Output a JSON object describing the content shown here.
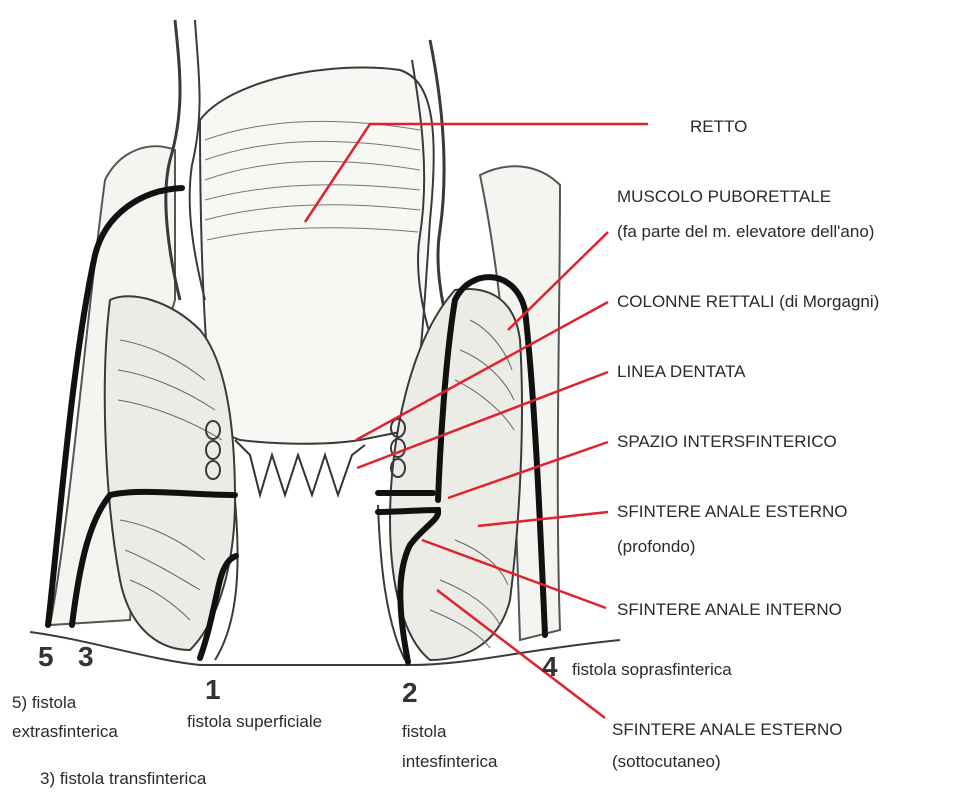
{
  "labels": {
    "retto": "RETTO",
    "puborettale_1": "MUSCOLO PUBORETTALE",
    "puborettale_2": "(fa parte del m. elevatore dell'ano)",
    "colonne": "COLONNE RETTALI (di Morgagni)",
    "linea": "LINEA DENTATA",
    "spazio": "SPAZIO INTERSFINTERICO",
    "esterno_prof_1": "SFINTERE ANALE ESTERNO",
    "esterno_prof_2": "(profondo)",
    "interno": "SFINTERE ANALE INTERNO",
    "esterno_sott_1": "SFINTERE ANALE ESTERNO",
    "esterno_sott_2": "(sottocutaneo)"
  },
  "fistulas": {
    "n5": "5",
    "n3": "3",
    "n1": "1",
    "n2": "2",
    "n4": "4",
    "f5_line1": "5) fistola",
    "f5_line2": "extrasfinterica",
    "f3": "3) fistola transfinterica",
    "f1": "fistola superficiale",
    "f2_line1": "fistola",
    "f2_line2": "intesfinterica",
    "f4": "fistola soprasfinterica"
  },
  "colors": {
    "leader": "#e0212e",
    "fistula": "#111111",
    "ink": "#3a3a3a",
    "fill": "#f2f2ee"
  }
}
